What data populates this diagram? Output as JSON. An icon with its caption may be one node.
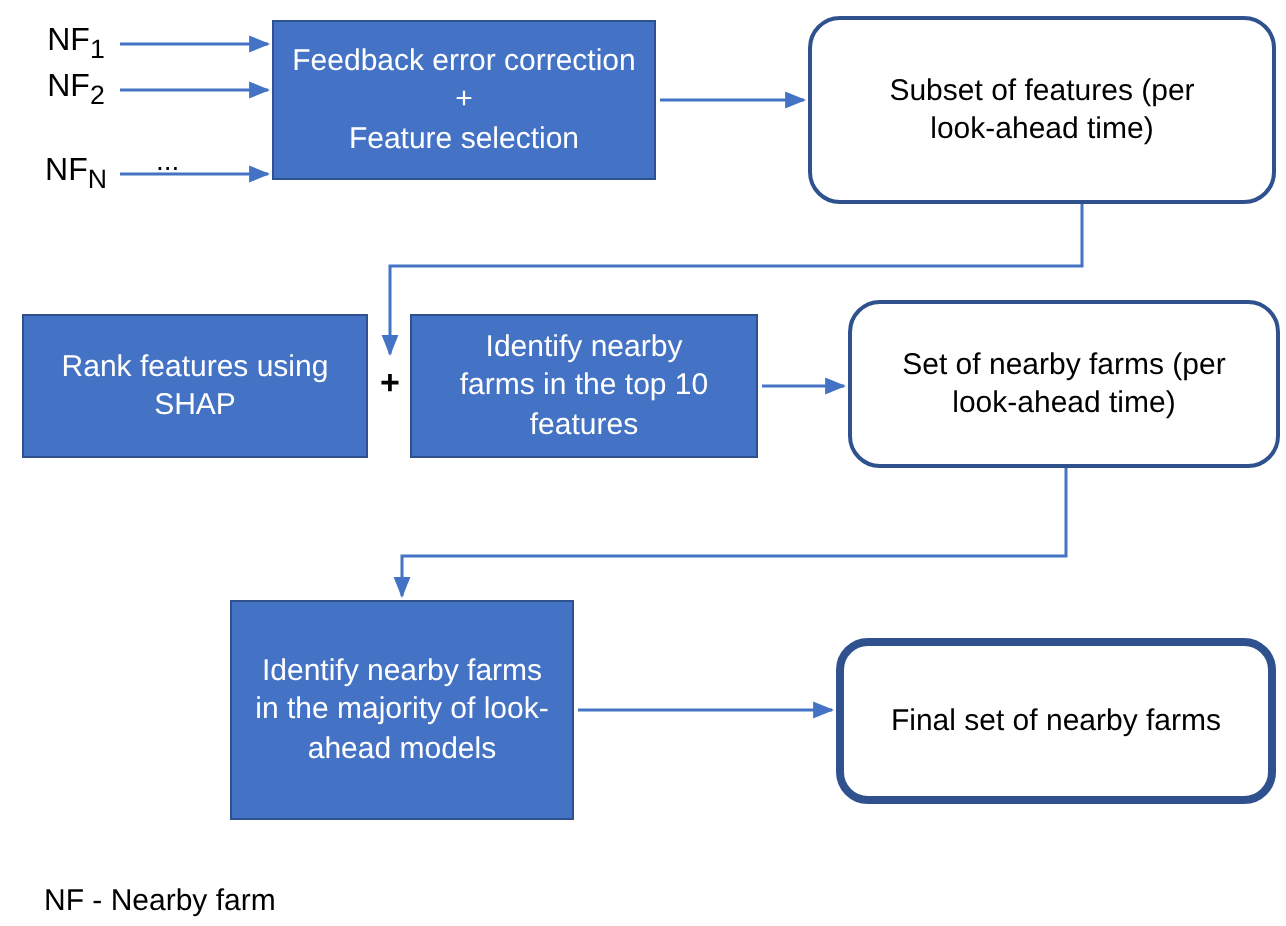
{
  "diagram": {
    "nodes": [
      {
        "text": [
          "NF$_{1}$"
        ]
      },
      {
        "text": [
          "NF$_{2}$"
        ]
      },
      {
        "text": [
          "NF$_{N}$"
        ]
      },
      {
        "text": [
          "Feedback error correction",
          "+",
          "Feature selection"
        ]
      },
      {
        "text": [
          "Subset of features (per look-ahead time)"
        ]
      },
      {
        "text": [
          "Rank features using SHAP"
        ]
      },
      {
        "text": [
          "+"
        ]
      },
      {
        "text": [
          "Identify nearby farms in the top 10 features"
        ]
      },
      {
        "text": [
          "Set of nearby farms (per look-ahead time)"
        ]
      },
      {
        "text": [
          "Identify nearby farms in the majority of look-ahead models"
        ]
      },
      {
        "text": [
          "Final set of nearby farms"
        ]
      }
    ],
    "edges": [
      {
        "from": 0,
        "to": 3,
        "arrow": "to"
      },
      {
        "from": 1,
        "to": 3,
        "arrow": "to"
      },
      {
        "from": 2,
        "to": 3,
        "arrow": "to"
      },
      {
        "from": 3,
        "to": 4,
        "arrow": "to"
      },
      {
        "from": 4,
        "to": 6,
        "arrow": "to"
      },
      {
        "from": 7,
        "to": 8,
        "arrow": "to"
      },
      {
        "from": 8,
        "to": 9,
        "arrow": "to"
      },
      {
        "from": 9,
        "to": 10,
        "arrow": "to"
      }
    ],
    "labels": [
      "...",
      "NF - Nearby farm"
    ]
  }
}
